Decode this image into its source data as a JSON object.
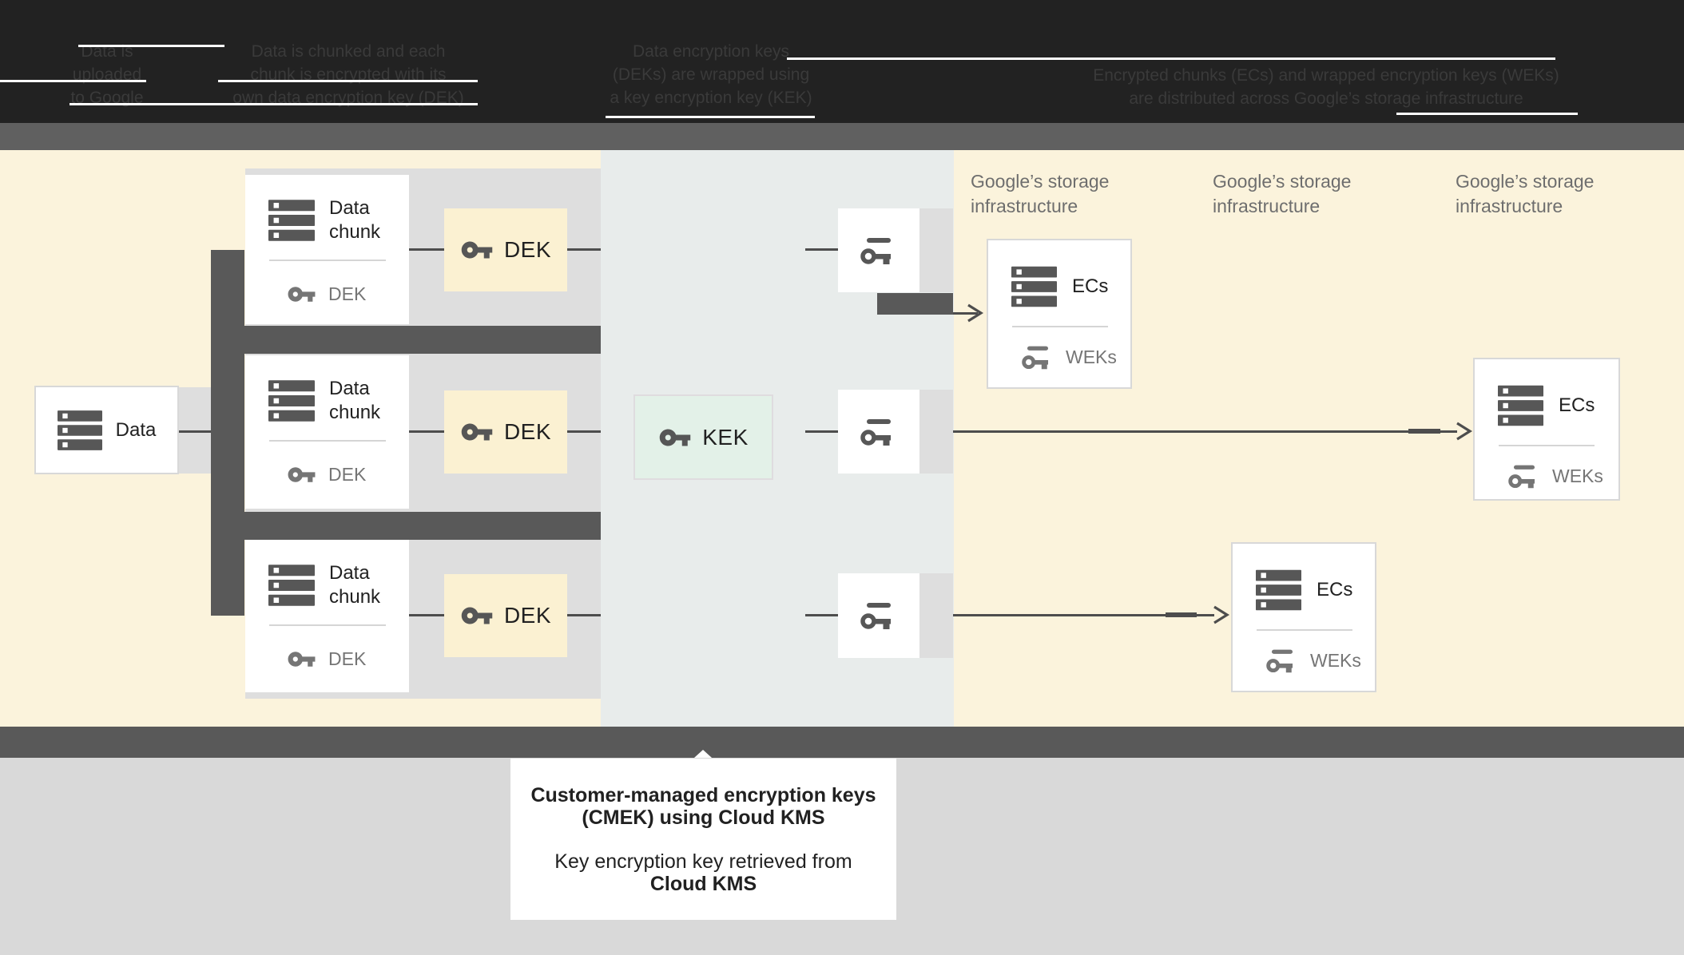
{
  "header": {
    "steps": [
      {
        "text": "Data is\nuploaded\nto Google"
      },
      {
        "text": "Data is chunked and each\nchunk is encrypted with its\nown data encryption key (DEK)"
      },
      {
        "text": "Data encryption keys\n(DEKs) are wrapped using\na key encryption key (KEK)"
      },
      {
        "text": "Encrypted chunks (ECs) and wrapped encryption keys (WEKs)\nare distributed across Google’s storage infrastructure"
      }
    ]
  },
  "diagram": {
    "data_box_label": "Data",
    "chunk_title": "Data\nchunk",
    "chunk_footer": "DEK",
    "dek_label": "DEK",
    "kek_label": "KEK",
    "storage_label": "Google’s storage\ninfrastructure",
    "ecs_title": "ECs",
    "ecs_footer": "WEKs"
  },
  "caption": {
    "line1": "Customer-managed encryption keys",
    "line2": "(CMEK) using Cloud KMS",
    "line3": "Key encryption key retrieved from",
    "line4": "Cloud KMS"
  },
  "colors": {
    "header_bg": "#222222",
    "header_text": "#3a3a3a",
    "strip_gray": "#606060",
    "cream": "#FBF3DC",
    "kms_band": "#E8ECEB",
    "panel_gray": "#DEDEDE",
    "dark_gray": "#595959",
    "dek_yellow": "#FBF1D2",
    "kek_mint": "#E3F1E8",
    "line": "#4D4D4D",
    "text_dark": "#212121",
    "text_gray": "#757575",
    "bottom_bg": "#D9D9D9"
  }
}
